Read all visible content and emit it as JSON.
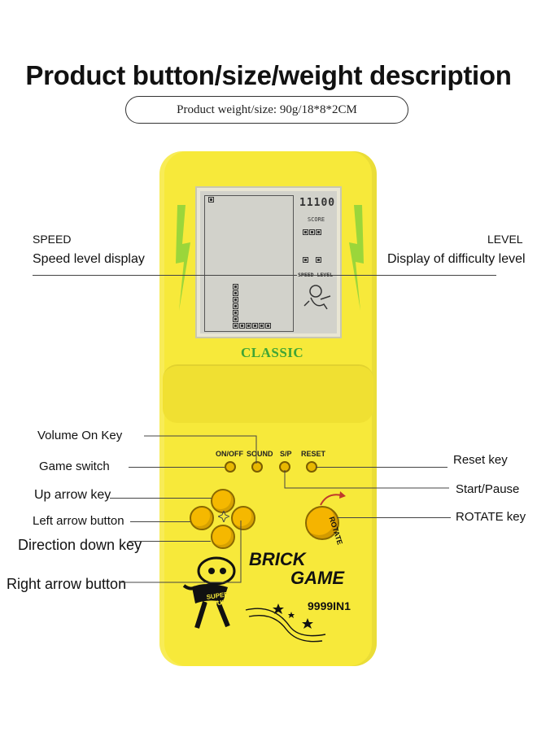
{
  "header": {
    "title": "Product button/size/weight description",
    "spec": "Product weight/size: 90g/18*8*2CM"
  },
  "device": {
    "color": "#f7e93a",
    "brand_text": "CLASSIC",
    "brand_color": "#3fa535",
    "screen": {
      "score_digits": "11100",
      "score_label": "SCORE",
      "speed_level_label": "SPEED LEVEL"
    },
    "key_labels": [
      "ON/OFF",
      "SOUND",
      "S/P",
      "RESET"
    ],
    "rotate_label": "ROTATE",
    "logo_line1": "BRICK",
    "logo_line2": "GAME",
    "count": "9999IN1",
    "mascot_text": "SUPER MOUSE"
  },
  "annotations": {
    "speed_title": "SPEED",
    "speed_desc": "Speed level display",
    "level_title": "LEVEL",
    "level_desc": "Display of difficulty level",
    "volume": "Volume On Key",
    "game_switch": "Game switch",
    "up": "Up arrow key",
    "left": "Left arrow button",
    "down": "Direction down key",
    "right": "Right arrow button",
    "reset": "Reset key",
    "start": "Start/Pause",
    "rotate": "ROTATE key"
  }
}
